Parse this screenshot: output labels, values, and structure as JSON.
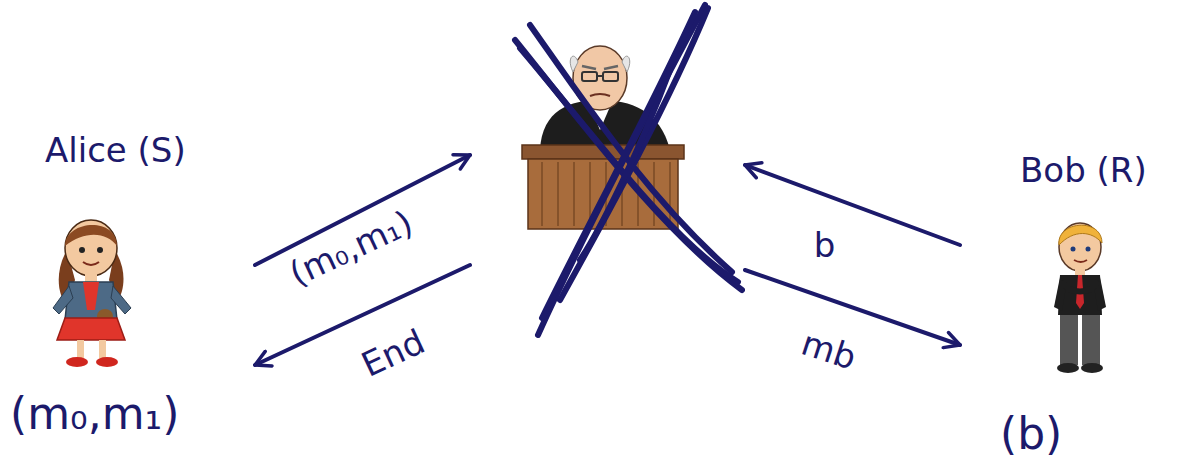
{
  "diagram": {
    "nodes": [
      {
        "text": [
          "Alice (S)",
          "(m₀,m₁)"
        ]
      },
      {
        "text": []
      },
      {
        "text": [
          "Bob (R)",
          "(b)"
        ]
      }
    ],
    "edges": [
      {
        "from": 0,
        "to": 1,
        "label": "(m₀,m₁)",
        "arrow": "to"
      },
      {
        "from": 1,
        "to": 0,
        "label": "End",
        "arrow": "to"
      },
      {
        "from": 2,
        "to": 1,
        "label": "b",
        "arrow": "to"
      },
      {
        "from": 1,
        "to": 2,
        "label": "mb",
        "arrow": "to"
      }
    ]
  }
}
